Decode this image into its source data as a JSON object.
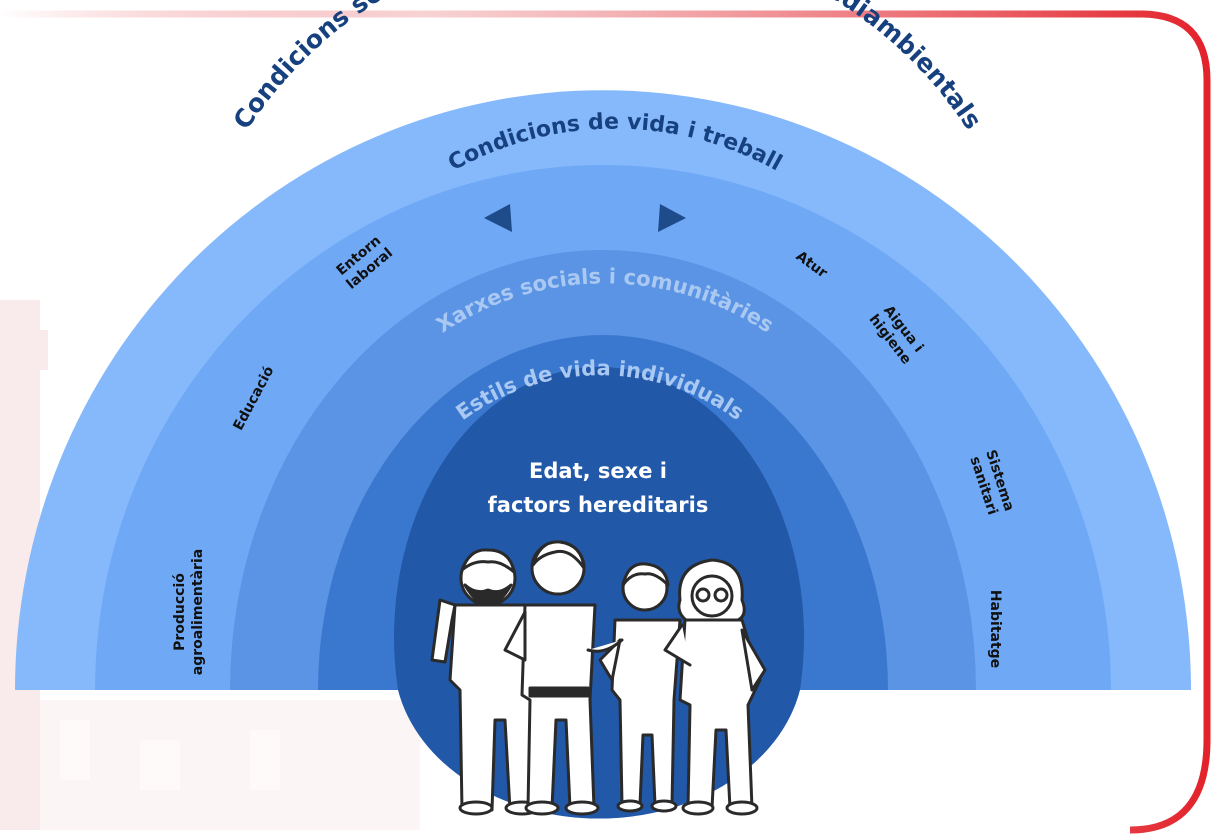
{
  "diagram": {
    "layers": [
      {
        "label": "Condicions socials, econòmiques, culturals i mediambientals",
        "color": "#86b9fb"
      },
      {
        "label": "Condicions de vida i treball",
        "color": "#6fa9f6"
      },
      {
        "label": "Xarxes socials i comunitàries",
        "color": "#5b94e4"
      },
      {
        "label": "Estils de vida individuals",
        "color": "#3a78cf"
      }
    ],
    "center": {
      "line1": "Edat, sexe i",
      "line2": "factors hereditaris",
      "color": "#2158a8"
    },
    "factors": {
      "produccio_1": "Producció",
      "produccio_2": "agroalimentària",
      "educacio": "Educació",
      "entorn_1": "Entorn",
      "entorn_2": "laboral",
      "atur": "Atur",
      "aigua_1": "Aigua i",
      "aigua_2": "higiene",
      "sistema_1": "Sistema",
      "sistema_2": "sanitari",
      "habitatge": "Habitatge"
    },
    "colors": {
      "outer_text": "#17407f",
      "inner_text": "#a9c8f2",
      "factor_text": "#111111",
      "frame": "#e3222b",
      "arrow": "#1e4b8a"
    }
  }
}
